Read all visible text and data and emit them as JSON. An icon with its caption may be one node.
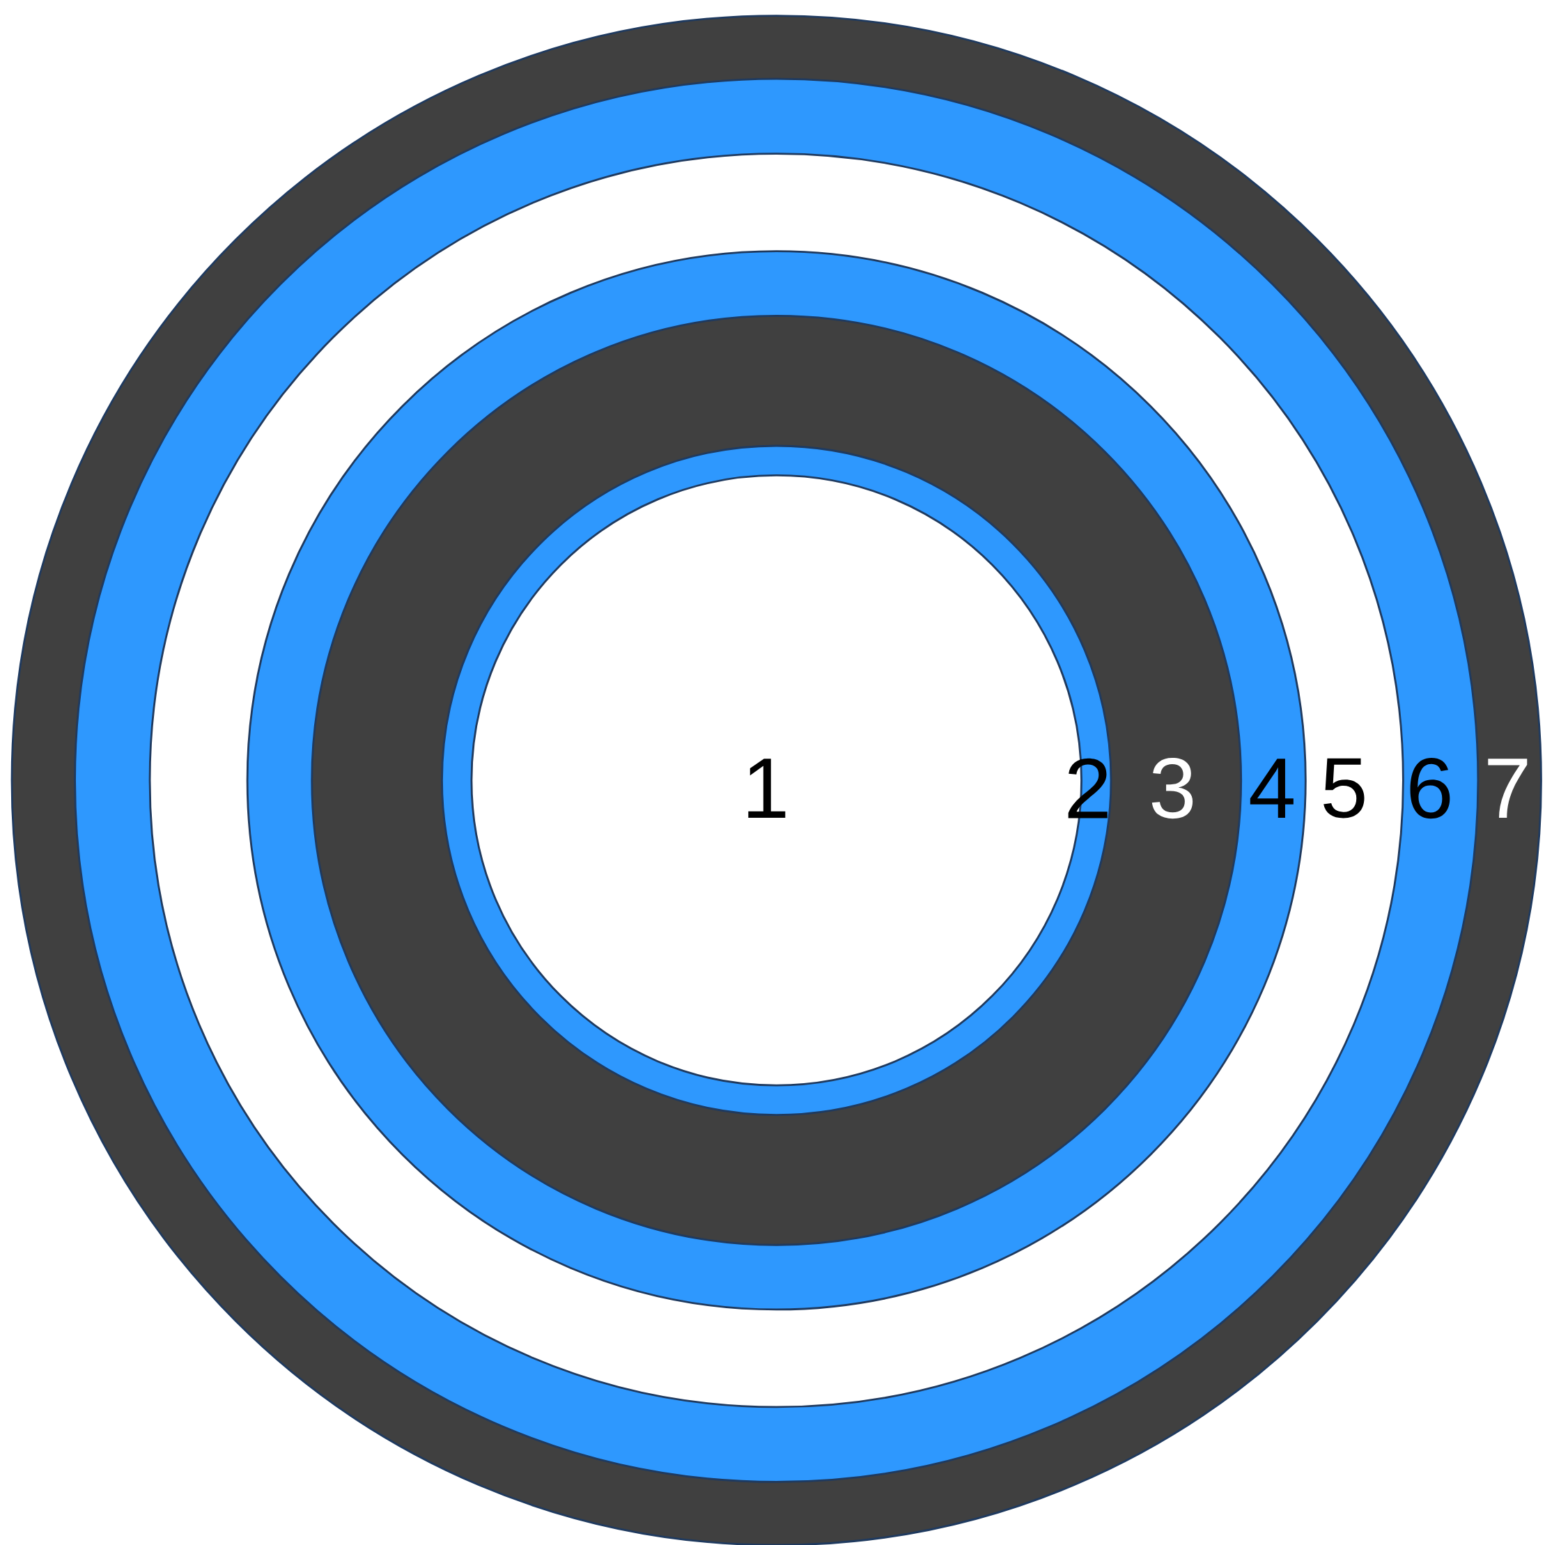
{
  "diagram": {
    "nodes": [
      {
        "text": [
          "7"
        ]
      },
      {
        "text": [
          "6"
        ],
        "in": 0
      },
      {
        "text": [
          "5"
        ],
        "in": 1
      },
      {
        "text": [
          "4"
        ],
        "in": 2
      },
      {
        "text": [
          "3"
        ],
        "in": 3
      },
      {
        "text": [
          "2"
        ],
        "in": 4
      },
      {
        "text": [
          "1"
        ],
        "in": 5
      }
    ]
  }
}
